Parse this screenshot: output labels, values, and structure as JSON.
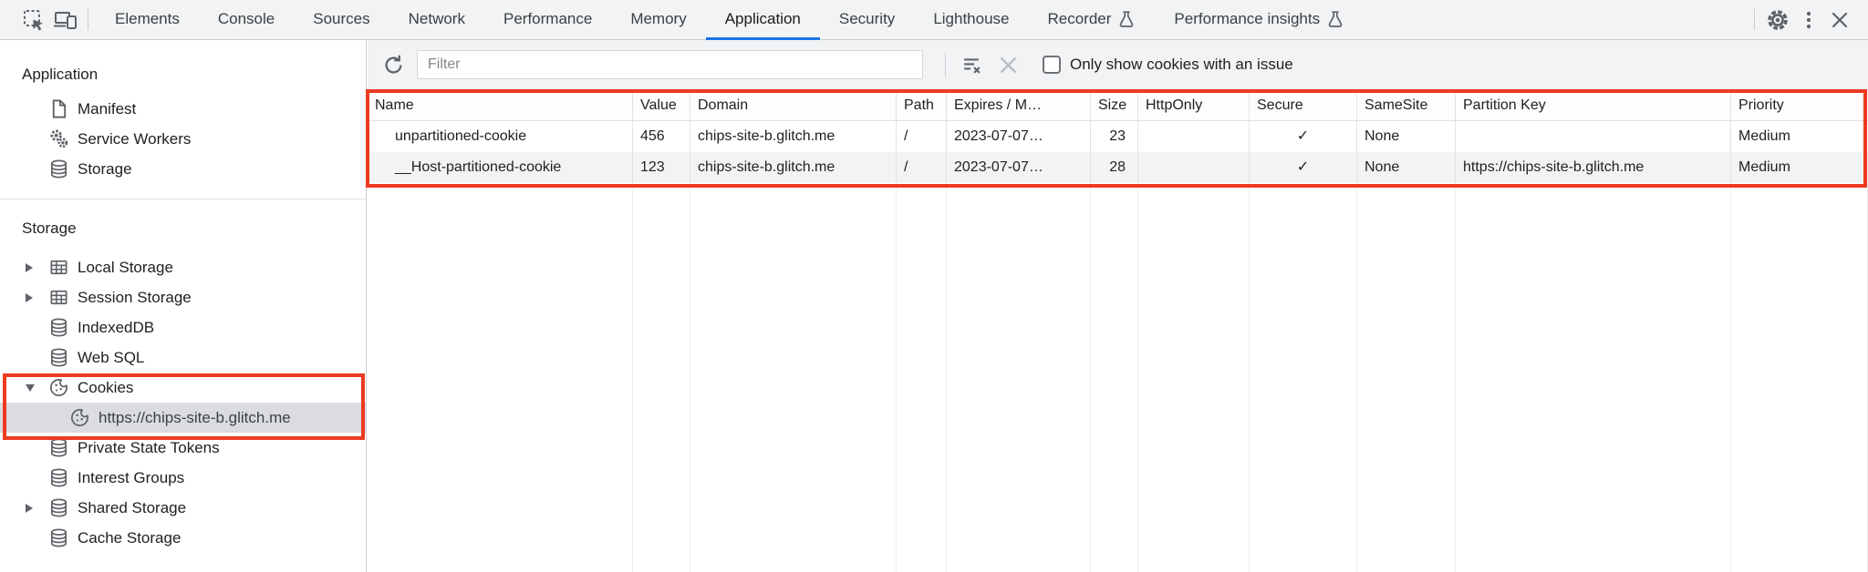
{
  "tabbar": {
    "tabs": [
      "Elements",
      "Console",
      "Sources",
      "Network",
      "Performance",
      "Memory",
      "Application",
      "Security",
      "Lighthouse",
      "Recorder",
      "Performance insights"
    ],
    "selected_tab": "Application"
  },
  "sidebar": {
    "application_section": {
      "title": "Application",
      "items": [
        "Manifest",
        "Service Workers",
        "Storage"
      ]
    },
    "storage_section": {
      "title": "Storage",
      "items": [
        "Local Storage",
        "Session Storage",
        "IndexedDB",
        "Web SQL",
        "Cookies",
        "https://chips-site-b.glitch.me",
        "Private State Tokens",
        "Interest Groups",
        "Shared Storage",
        "Cache Storage"
      ],
      "selected_item": "https://chips-site-b.glitch.me",
      "expanded_item": "Cookies"
    }
  },
  "toolbar": {
    "filter_placeholder": "Filter",
    "only_issue_label": "Only show cookies with an issue",
    "checkbox_checked": false
  },
  "cookies_table": {
    "columns": [
      "Name",
      "Value",
      "Domain",
      "Path",
      "Expires / M…",
      "Size",
      "HttpOnly",
      "Secure",
      "SameSite",
      "Partition Key",
      "Priority"
    ],
    "rows": [
      {
        "name": "unpartitioned-cookie",
        "value": "456",
        "domain": "chips-site-b.glitch.me",
        "path": "/",
        "expires": "2023-07-07…",
        "size": "23",
        "http_only": "",
        "secure": "✓",
        "same_site": "None",
        "partition_key": "",
        "priority": "Medium"
      },
      {
        "name": "__Host-partitioned-cookie",
        "value": "123",
        "domain": "chips-site-b.glitch.me",
        "path": "/",
        "expires": "2023-07-07…",
        "size": "28",
        "http_only": "",
        "secure": "✓",
        "same_site": "None",
        "partition_key": "https://chips-site-b.glitch.me",
        "priority": "Medium"
      }
    ]
  },
  "colors": {
    "accent_blue": "#1a73e8",
    "highlight_red": "#ee3a20",
    "icon_gray": "#5f6368",
    "selected_row_bg": "#dadce0",
    "toolbar_bg": "#f1f3f4"
  }
}
